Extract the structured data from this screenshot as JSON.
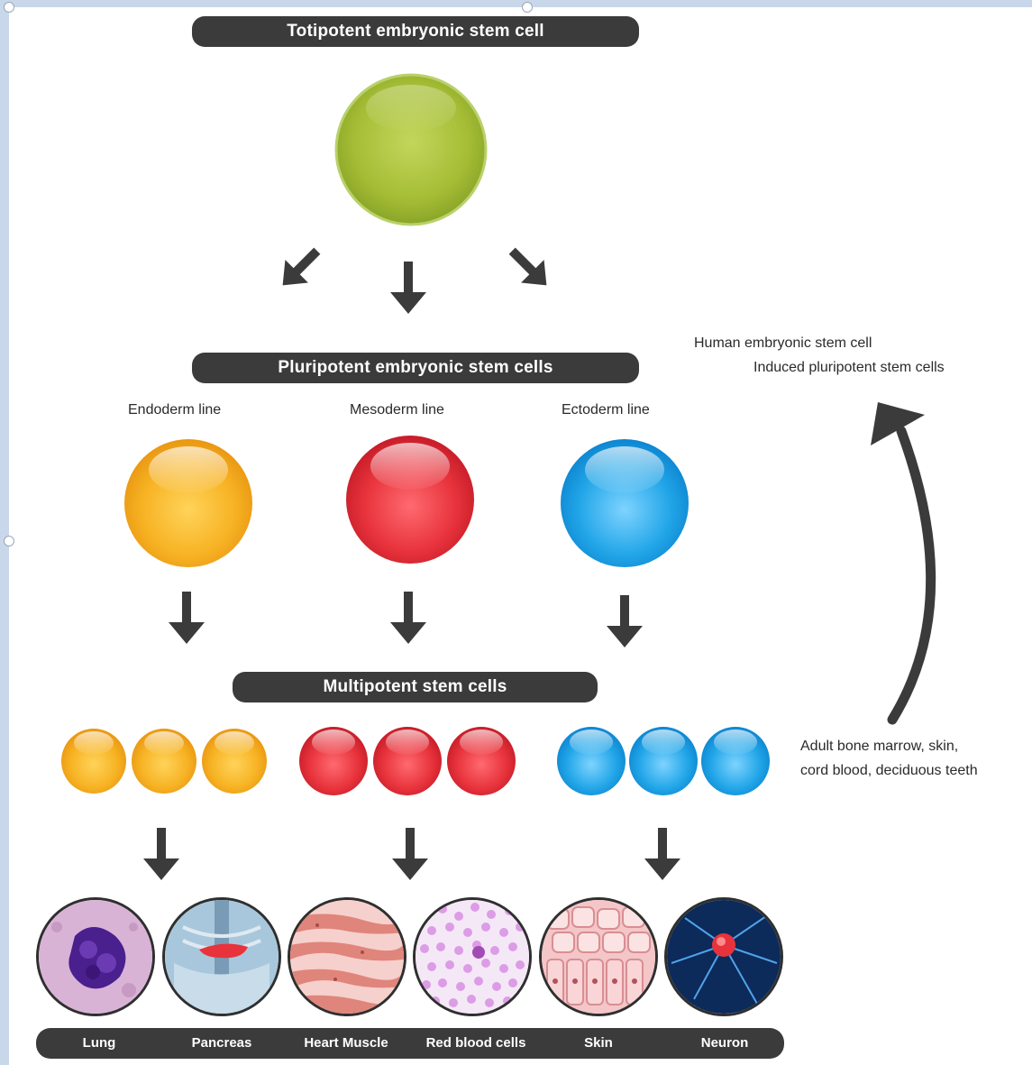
{
  "headers": {
    "totipotent": "Totipotent embryonic stem cell",
    "pluripotent": "Pluripotent embryonic stem cells",
    "multipotent": "Multipotent stem cells"
  },
  "lines": {
    "endoderm": "Endoderm line",
    "mesoderm": "Mesoderm line",
    "ectoderm": "Ectoderm line"
  },
  "side_notes": {
    "top_line1": "Human embryonic stem cell",
    "top_line2": "Induced pluripotent stem cells",
    "bottom_line1": "Adult bone marrow, skin,",
    "bottom_line2": "cord blood, deciduous teeth"
  },
  "tissues": [
    "Lung",
    "Pancreas",
    "Heart Muscle",
    "Red blood cells",
    "Skin",
    "Neuron"
  ],
  "colors": {
    "totipotent": "#a9c23a",
    "endoderm": "#f5b021",
    "mesoderm": "#e8333c",
    "ectoderm": "#22a6e8",
    "pill": "#3b3b3b"
  }
}
